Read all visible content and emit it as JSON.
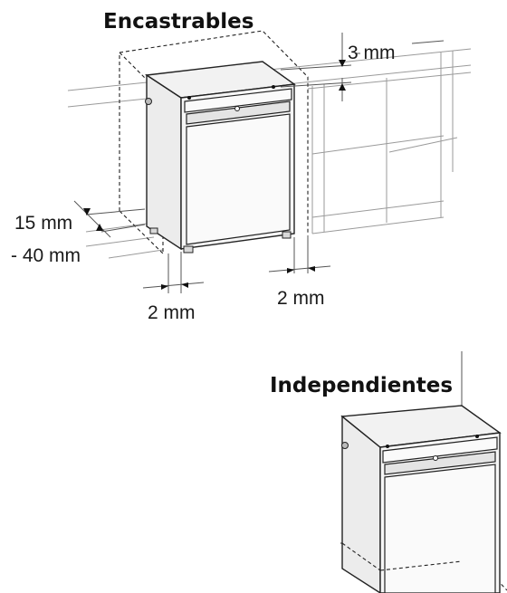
{
  "sections": {
    "built_in": {
      "title": "Encastrables"
    },
    "freestanding": {
      "title": "Independientes"
    }
  },
  "dimensions": {
    "top_gap": "3 mm",
    "depth_gap_line1": "15 mm",
    "depth_gap_line2": "- 40 mm",
    "left_gap": "2 mm",
    "right_gap": "2 mm"
  }
}
